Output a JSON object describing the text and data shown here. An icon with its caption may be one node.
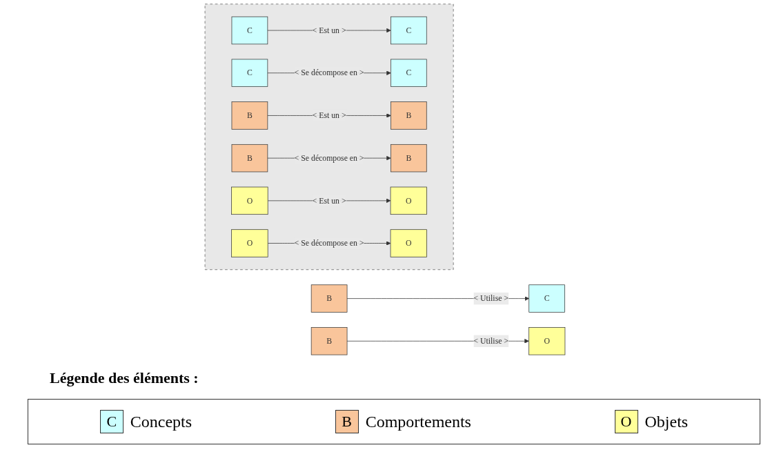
{
  "diagram": {
    "nodes": [
      {
        "text": [],
        "shape": "box"
      },
      {
        "text": [
          "C"
        ],
        "in": 0
      },
      {
        "text": [
          "C"
        ],
        "in": 0
      },
      {
        "text": [
          "C"
        ],
        "in": 0
      },
      {
        "text": [
          "C"
        ],
        "in": 0
      },
      {
        "text": [
          "B"
        ],
        "in": 0
      },
      {
        "text": [
          "B"
        ],
        "in": 0
      },
      {
        "text": [
          "B"
        ],
        "in": 0
      },
      {
        "text": [
          "B"
        ],
        "in": 0
      },
      {
        "text": [
          "O"
        ],
        "in": 0
      },
      {
        "text": [
          "O"
        ],
        "in": 0
      },
      {
        "text": [
          "O"
        ],
        "in": 0
      },
      {
        "text": [
          "O"
        ],
        "in": 0
      },
      {
        "text": [
          "B"
        ]
      },
      {
        "text": [
          "C"
        ]
      },
      {
        "text": [
          "B"
        ]
      },
      {
        "text": [
          "O"
        ]
      }
    ],
    "edges": [
      {
        "from": 1,
        "to": 2,
        "arrow": "to",
        "label": "< Est un >"
      },
      {
        "from": 3,
        "to": 4,
        "arrow": "to",
        "label": "< Se décompose en >"
      },
      {
        "from": 5,
        "to": 6,
        "arrow": "to",
        "label": "< Est un >"
      },
      {
        "from": 7,
        "to": 8,
        "arrow": "to",
        "label": "< Se décompose en >"
      },
      {
        "from": 9,
        "to": 10,
        "arrow": "to",
        "label": "< Est un >"
      },
      {
        "from": 11,
        "to": 12,
        "arrow": "to",
        "label": "< Se décompose en >"
      },
      {
        "from": 13,
        "to": 14,
        "arrow": "to",
        "label": "< Utilise >"
      },
      {
        "from": 15,
        "to": 16,
        "arrow": "to",
        "label": "< Utilise >"
      }
    ],
    "labels": [
      "Légende des éléments :",
      "C",
      "B",
      "O"
    ],
    "legend": [
      {
        "text": "Concepts",
        "color": "#ccffff"
      },
      {
        "text": "Comportements",
        "color": "#f9c59b"
      },
      {
        "text": "Objets",
        "color": "#ffff99"
      }
    ]
  }
}
